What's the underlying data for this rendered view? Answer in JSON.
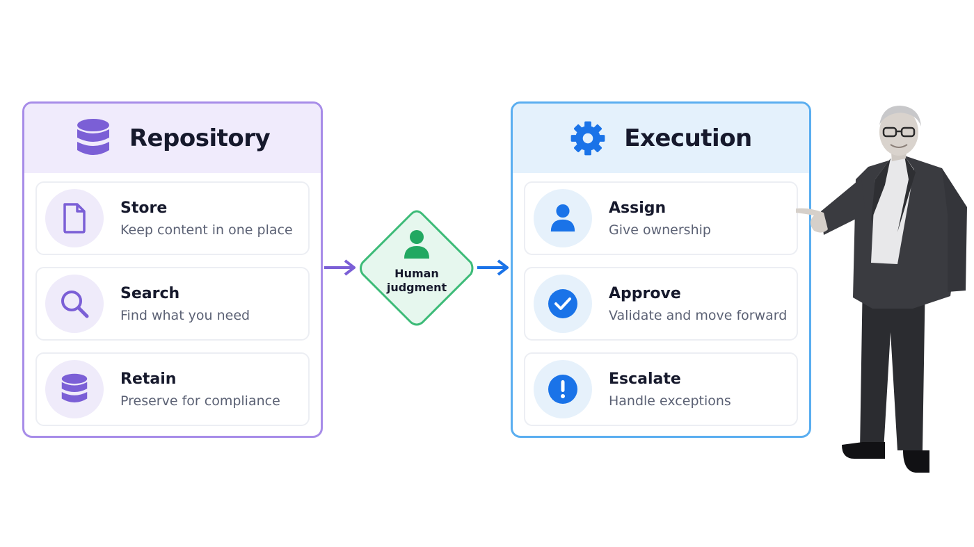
{
  "repository": {
    "title": "Repository",
    "header_icon": "database-icon",
    "items": [
      {
        "title": "Store",
        "desc": "Keep content in one place",
        "icon": "document-icon"
      },
      {
        "title": "Search",
        "desc": "Find what you need",
        "icon": "search-icon"
      },
      {
        "title": "Retain",
        "desc": "Preserve for compliance",
        "icon": "database-icon"
      }
    ]
  },
  "gate": {
    "line1": "Human",
    "line2": "judgment",
    "icon": "person-icon"
  },
  "execution": {
    "title": "Execution",
    "header_icon": "gear-icon",
    "items": [
      {
        "title": "Assign",
        "desc": "Give ownership",
        "icon": "person-icon"
      },
      {
        "title": "Approve",
        "desc": "Validate and move forward",
        "icon": "check-circle-icon"
      },
      {
        "title": "Escalate",
        "desc": "Handle exceptions",
        "icon": "exclamation-circle-icon"
      }
    ]
  },
  "colors": {
    "purple": "#7b5fd6",
    "blue": "#1a73e8",
    "green": "#22a861"
  }
}
